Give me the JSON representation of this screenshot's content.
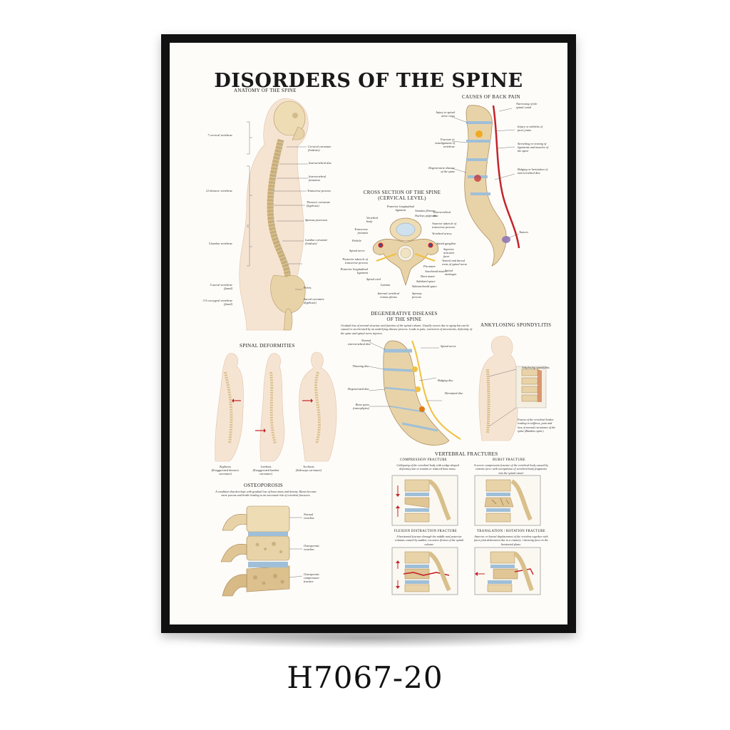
{
  "poster": {
    "title": "DISORDERS OF THE SPINE",
    "sections": {
      "anatomy": "ANATOMY OF THE SPINE",
      "causes": "CAUSES OF BACK PAIN",
      "cross_section_line1": "CROSS SECTION OF THE SPINE",
      "cross_section_line2": "(CERVICAL LEVEL)",
      "degenerative_line1": "DEGENERATIVE DISEASES",
      "degenerative_line2": "OF THE SPINE",
      "deformities": "SPINAL DEFORMITIES",
      "ankylosing": "ANKYLOSING SPONDYLITIS",
      "osteoporosis": "OSTEOPOROSIS",
      "vertebral_fractures": "VERTEBRAL FRACTURES",
      "compression": "COMPRESSION FRACTURE",
      "burst": "BURST FRACTURE",
      "flexion": "FLEXION DISTRACTION FRACTURE",
      "translation": "TRANSLATION / ROTATION FRACTURE"
    },
    "anatomy_labels": {
      "left": [
        "7 cervical vertebrae",
        "12 thoracic vertebrae",
        "5 lumbar vertebrae",
        "5 sacral vertebrae (fused)",
        "3-5 coccygeal vertebrae (fused)"
      ],
      "right": [
        "Cervical curvature (lordosis)",
        "Intervertebral disc",
        "Intervertebral foramina",
        "Transverse process",
        "Thoracic curvature (kyphosis)",
        "Spinous processes",
        "Lumbar curvature (lordosis)",
        "Pelvis",
        "Sacral curvature (kyphosis)"
      ]
    },
    "causes_labels": {
      "left": [
        "Injury to spinal nerve roots",
        "Fracture or misalignment of vertebrae",
        "Degenerative disease of the spine"
      ],
      "right": [
        "Narrowing of the spinal canal",
        "Injury or arthritis of facet joints",
        "Stretching or tearing of ligaments and muscles of the spine",
        "Bulging or herniation of intervertebral disc",
        "Tumors"
      ]
    },
    "cross_labels": {
      "left": [
        "Vertebral body",
        "Transverse foramen",
        "Pedicle",
        "Spinal nerve",
        "Posterior tubercle of transverse process",
        "Posterior longitudinal ligament",
        "Spinal cord",
        "Lamina",
        "Internal vertebral venous plexus"
      ],
      "right": [
        "Posterior longitudinal ligament",
        "Annulus fibrosus",
        "Nucleus pulposus",
        "Intervertebral disc",
        "Anterior tubercle of transverse process",
        "Vertebral artery",
        "Spinal ganglion",
        "Superior articular facet",
        "Ventral and dorsal roots of spinal nerve",
        "Pia mater",
        "Arachnoid mater",
        "Dura mater",
        "Spinal meninges",
        "Subdural space",
        "Subarachnoid space",
        "Spinous process"
      ]
    },
    "degenerative": {
      "description": "Gradual loss of normal structure and function of the spinal column. Usually occurs due to aging but can be caused or accelerated by an underlying disease process. Leads to pain, restriction of movements, deformity of the spine and spinal nerve injuries.",
      "labels": [
        "Normal intervertebral disc",
        "Thinning disc",
        "Degenerated disc",
        "Bone spurs (osteophytes)",
        "Spinal nerve",
        "Bulging disc",
        "Herniated disc"
      ]
    },
    "deformities": {
      "captions": [
        {
          "name": "Kyphosis",
          "note": "(Exaggerated thoracic curvature)"
        },
        {
          "name": "Lordosis",
          "note": "(Exaggerated lumbar curvature)"
        },
        {
          "name": "Scoliosis",
          "note": "(Sideways curvature)"
        }
      ]
    },
    "ankylosing": {
      "label": "Ankylosing spondylitis",
      "description": "Fusion of the vertebral bodies leading to stiffness, pain and loss of normal curvatures of the spine (Bamboo spine)"
    },
    "osteoporosis": {
      "description": "A condition that develops with gradual loss of bone mass and density. Bones become more porous and brittle leading to an increased risk of vertebral fractures.",
      "labels": [
        "Normal vertebra",
        "Osteoporotic vertebra",
        "Osteoporotic compression fracture"
      ]
    },
    "fractures": {
      "compression_desc": "Collapsing of the vertebral body with wedge shaped deformity due to trauma or reduced bone mass.",
      "burst_desc": "A severe compression fracture of the vertebral body caused by extreme force with retropulsion of vertebral body fragments into the spinal canal.",
      "flexion_desc": "A horizontal fracture through the middle and posterior columns caused by sudden, excessive flexion of the spinal column.",
      "translation_desc": "Anterior or lateral displacement of the vertebra together with facet joint dislocation due to a rotatory / shearing force in the horizontal plane."
    }
  },
  "sku": "H7067-20",
  "colors": {
    "frame": "#111111",
    "bone": "#e8d3a8",
    "disc": "#9fbfd8",
    "skin": "#f3dcc8",
    "red": "#c4232b"
  }
}
